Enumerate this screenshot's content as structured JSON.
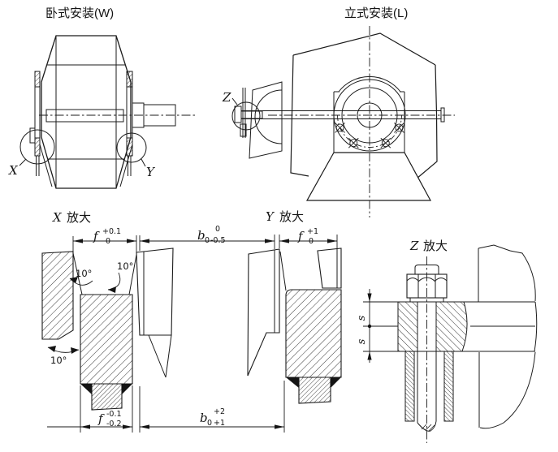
{
  "drawing": {
    "titles": {
      "horizontal_mount": "卧式安装(W)",
      "vertical_mount": "立式安装(L)"
    },
    "callouts": {
      "x": "X",
      "y": "Y",
      "z": "Z"
    },
    "details": {
      "x_letter": "X",
      "y_letter": "Y",
      "z_letter": "Z",
      "magnify_word": "放大"
    },
    "angles": {
      "groove_left": "10°",
      "groove_right": "10°",
      "chamfer": "10°"
    },
    "dims": {
      "f_groove_x": {
        "symbol": "f",
        "upper": "+0.1",
        "lower": "0"
      },
      "b_top": {
        "symbol": "b",
        "sub": "0",
        "upper": "0",
        "lower": "-0.5"
      },
      "f_groove_y": {
        "symbol": "f",
        "upper": "+1",
        "lower": "0"
      },
      "f_tongue_x": {
        "symbol": "f",
        "upper": "-0.1",
        "lower": "-0.2"
      },
      "b_bottom": {
        "symbol": "b",
        "sub": "0",
        "upper": "+2",
        "lower": "+1"
      },
      "s_upper": "s",
      "s_lower": "s"
    },
    "line_color": "#1b1b1b"
  }
}
